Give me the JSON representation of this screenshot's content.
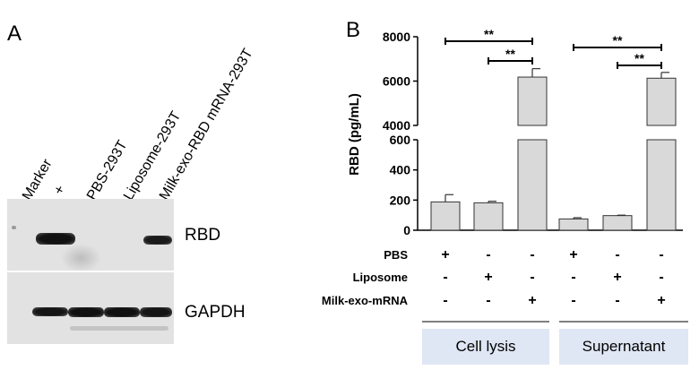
{
  "panels": {
    "a": {
      "letter": "A",
      "lanes": [
        "Marker",
        "+",
        "PBS-293T",
        "Liposome-293T",
        "Milk-exo-RBD mRNA-293T"
      ],
      "bands": [
        "RBD",
        "GAPDH"
      ]
    },
    "b": {
      "letter": "B"
    }
  },
  "chart_data": {
    "type": "bar",
    "ylabel": "RBD (pg/mL)",
    "ylim": [
      0,
      8000
    ],
    "axis_break": {
      "lower": [
        0,
        600
      ],
      "upper": [
        4000,
        8000
      ]
    },
    "lower_ticks": [
      0,
      200,
      400,
      600
    ],
    "upper_ticks": [
      "4000",
      "6000",
      "8000"
    ],
    "categories": [
      "PBS",
      "Liposome",
      "Milk-exo-mRNA",
      "PBS",
      "Liposome",
      "Milk-exo-mRNA"
    ],
    "values": [
      188,
      182,
      6180,
      75,
      97,
      6130
    ],
    "errors": [
      48,
      10,
      380,
      8,
      3,
      260
    ],
    "groups": [
      {
        "label": "Cell lysis",
        "bars": [
          0,
          1,
          2
        ]
      },
      {
        "label": "Supernatant",
        "bars": [
          3,
          4,
          5
        ]
      }
    ],
    "significance": [
      {
        "from": 0,
        "to": 2,
        "label": "**"
      },
      {
        "from": 1,
        "to": 2,
        "label": "**"
      },
      {
        "from": 3,
        "to": 5,
        "label": "**"
      },
      {
        "from": 4,
        "to": 5,
        "label": "**"
      }
    ],
    "treatment_rows": [
      {
        "label": "PBS",
        "signs": [
          "+",
          "-",
          "-",
          "+",
          "-",
          "-"
        ]
      },
      {
        "label": "Liposome",
        "signs": [
          "-",
          "+",
          "-",
          "-",
          "+",
          "-"
        ]
      },
      {
        "label": "Milk-exo-mRNA",
        "signs": [
          "-",
          "-",
          "+",
          "-",
          "-",
          "+"
        ]
      }
    ],
    "colors": {
      "bar": "#d9d9d9",
      "stroke": "#333333",
      "group_box": "#dfe6f4"
    }
  }
}
